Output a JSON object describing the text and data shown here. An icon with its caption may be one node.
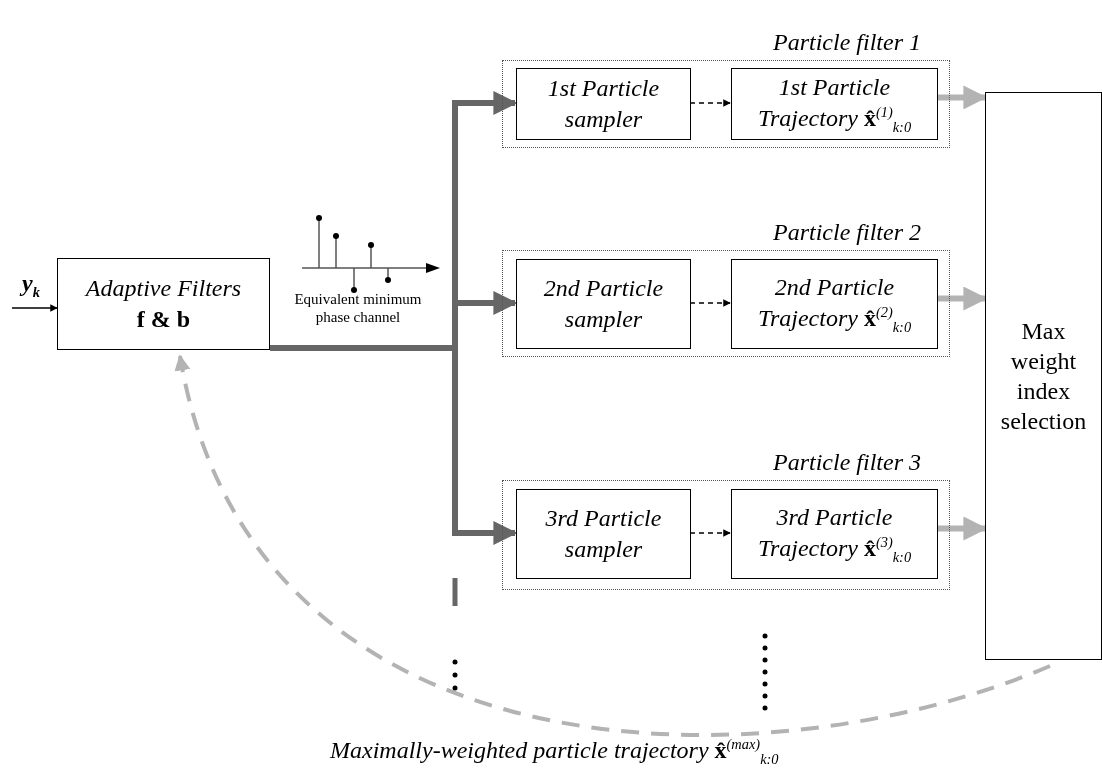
{
  "diagram": {
    "nodes": [
      {
        "text": [
          "Adaptive Filters",
          "f & b"
        ]
      },
      {
        "text": [
          "Particle filter 1"
        ]
      },
      {
        "text": [
          "1st Particle sampler"
        ],
        "in": 1
      },
      {
        "text": [
          "1st Particle Trajectory **x̂**$^{(1)}$$_{k:0}$"
        ],
        "in": 1
      },
      {
        "text": [
          "Particle filter 2"
        ]
      },
      {
        "text": [
          "2nd Particle sampler"
        ],
        "in": 4
      },
      {
        "text": [
          "2nd Particle Trajectory **x̂**$^{(2)}$$_{k:0}$"
        ],
        "in": 4
      },
      {
        "text": [
          "Particle filter 3"
        ]
      },
      {
        "text": [
          "3rd Particle sampler"
        ],
        "in": 7
      },
      {
        "text": [
          "3rd Particle Trajectory **x̂**$^{(3)}$$_{k:0}$"
        ],
        "in": 7
      },
      {
        "text": [
          "Max weight index selection"
        ]
      }
    ],
    "edges": [
      {
        "from": null,
        "to": 0,
        "arrow": "to",
        "label": "y$_{k}$"
      },
      {
        "from": 0,
        "to": 2,
        "arrow": "to",
        "color": "#666666"
      },
      {
        "from": 0,
        "to": 5,
        "arrow": "to",
        "color": "#666666"
      },
      {
        "from": 0,
        "to": 8,
        "arrow": "to",
        "color": "#666666"
      },
      {
        "from": 2,
        "to": 3,
        "arrow": "to",
        "style": "dashed"
      },
      {
        "from": 5,
        "to": 6,
        "arrow": "to",
        "style": "dashed"
      },
      {
        "from": 8,
        "to": 9,
        "arrow": "to",
        "style": "dashed"
      },
      {
        "from": 3,
        "to": 10,
        "arrow": "to",
        "color": "#b3b3b3"
      },
      {
        "from": 6,
        "to": 10,
        "arrow": "to",
        "color": "#b3b3b3"
      },
      {
        "from": 9,
        "to": 10,
        "arrow": "to",
        "color": "#b3b3b3"
      },
      {
        "from": 10,
        "to": 0,
        "arrow": "to",
        "style": "dashed",
        "color": "#b3b3b3",
        "label": "Maximally-weighted particle trajectory **x̂**$^{(max)}$$_{k:0}$"
      }
    ],
    "labels": [
      "Equivalent minimum phase channel"
    ]
  }
}
